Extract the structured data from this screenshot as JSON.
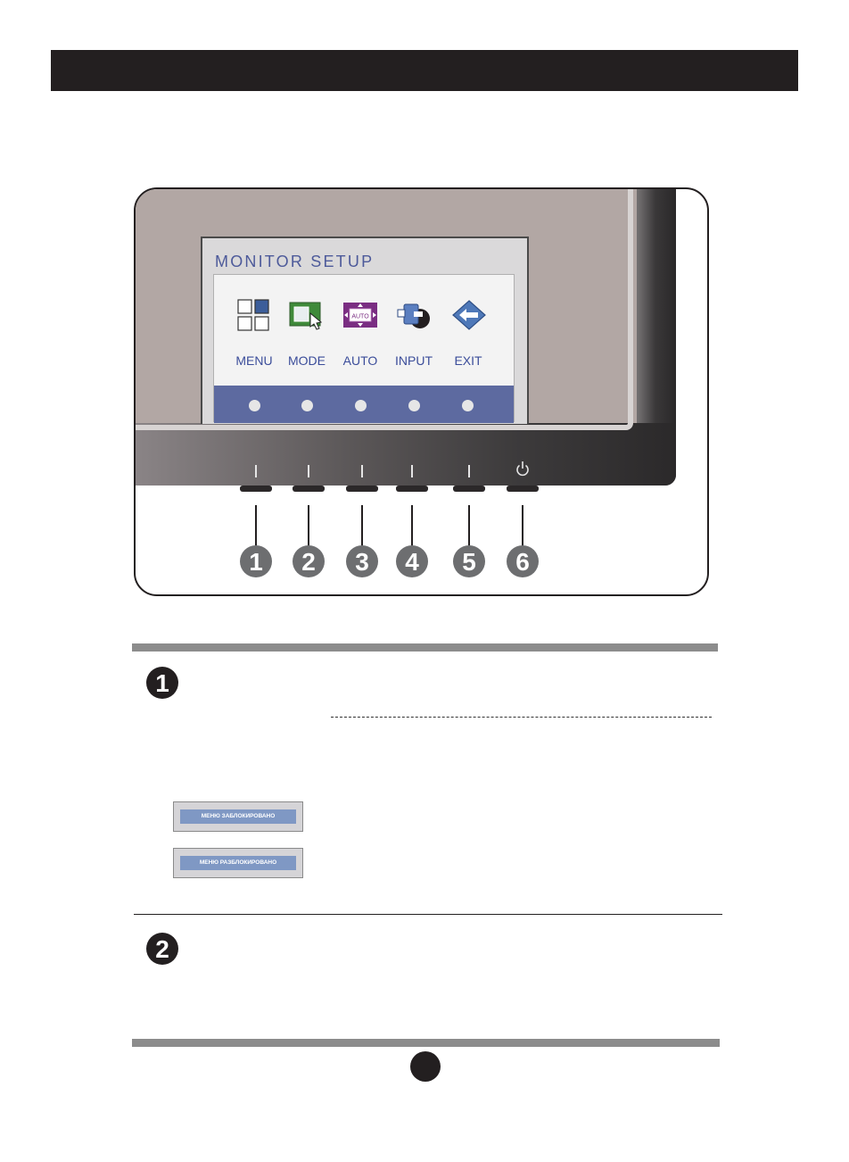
{
  "osd": {
    "title": "MONITOR SETUP",
    "items": [
      {
        "label": "MENU",
        "icon": "menu-grid-icon"
      },
      {
        "label": "MODE",
        "icon": "mode-window-icon"
      },
      {
        "label": "AUTO",
        "icon": "auto-adjust-icon",
        "icon_text": "AUTO"
      },
      {
        "label": "INPUT",
        "icon": "input-connector-icon"
      },
      {
        "label": "EXIT",
        "icon": "exit-arrow-icon"
      }
    ]
  },
  "callouts": [
    "1",
    "2",
    "3",
    "4",
    "5",
    "6"
  ],
  "sections": [
    {
      "number": "1"
    },
    {
      "number": "2"
    }
  ],
  "messages": {
    "locked": "МЕНЮ ЗАБЛОКИРОВАНО",
    "unlocked": "МЕНЮ РАЗБЛОКИРОВАНО"
  },
  "colors": {
    "osd_text": "#3b4d9a",
    "osd_strip": "#5d6aa0",
    "bezel": "#b2a7a4",
    "dark": "#231f20"
  }
}
